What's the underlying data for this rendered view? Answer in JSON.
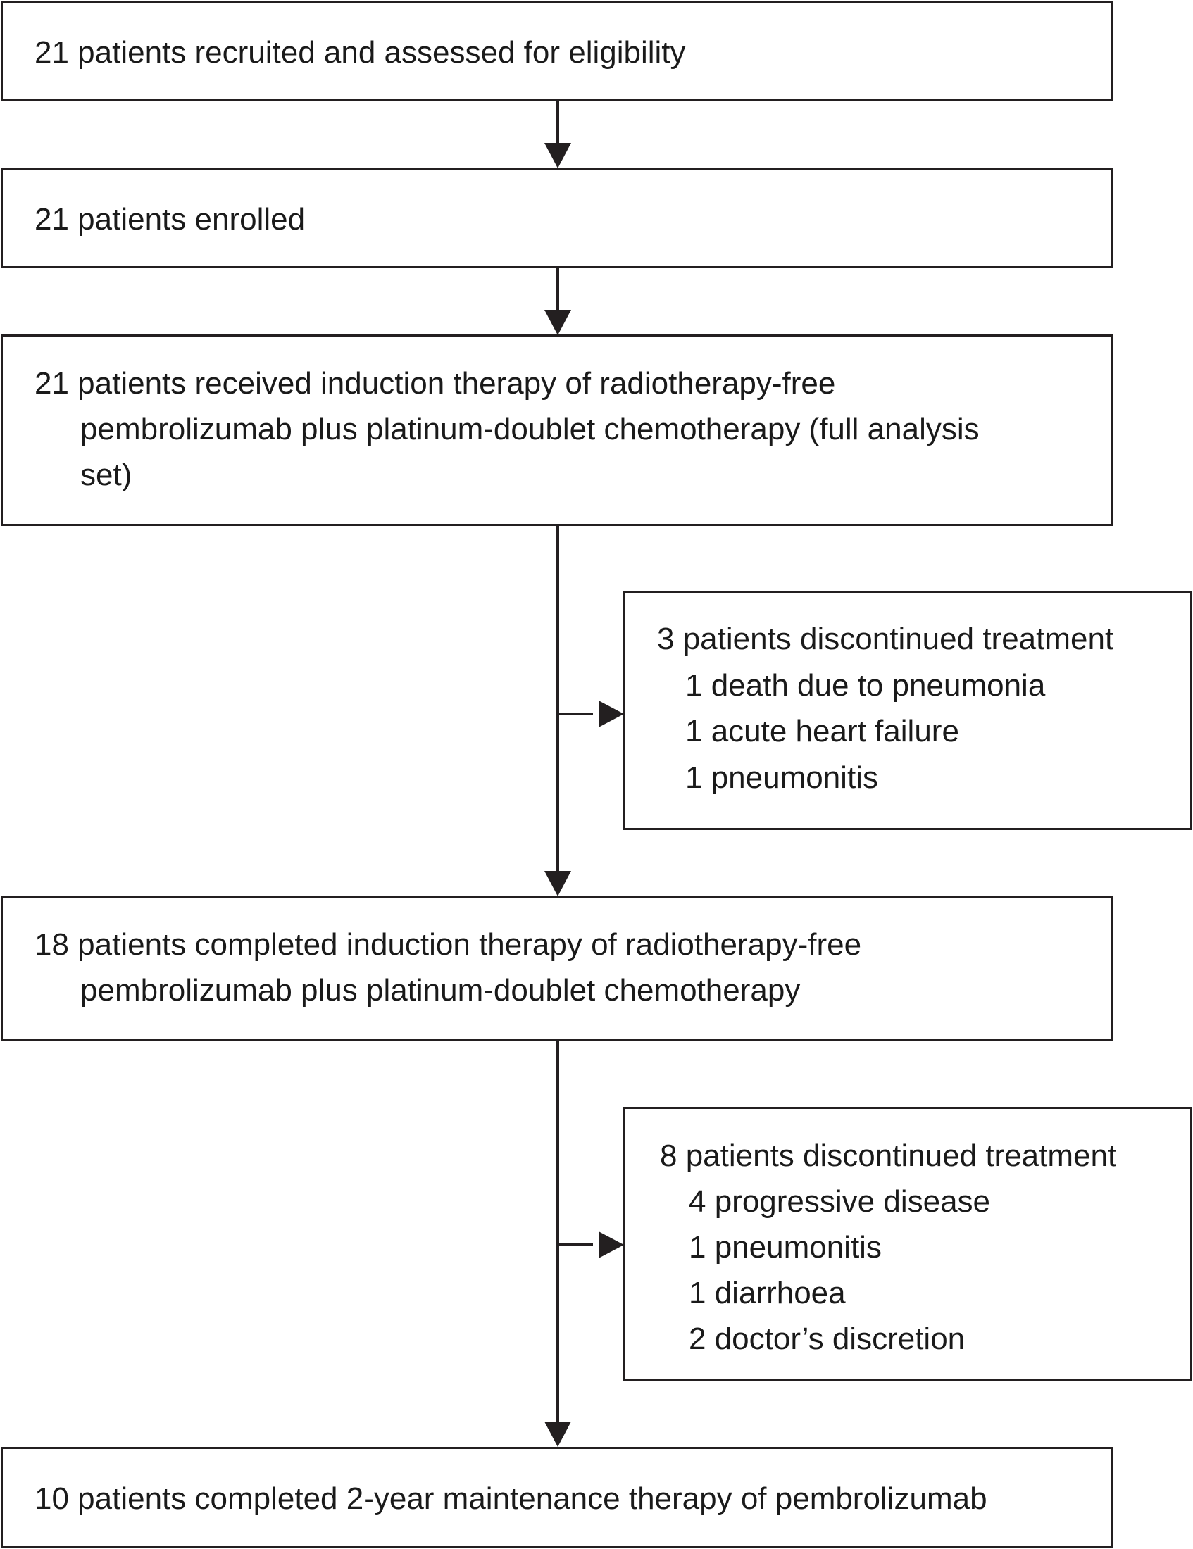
{
  "flowchart": {
    "recruited": "21 patients recruited and assessed for eligibility",
    "enrolled": "21 patients enrolled",
    "induction_received": {
      "lines": [
        "21 patients received induction therapy of radiotherapy-free",
        "pembrolizumab plus platinum-doublet chemotherapy (full analysis",
        "set)"
      ]
    },
    "discontinued_induction": {
      "header": "3 patients discontinued treatment",
      "reasons": [
        "1 death due to pneumonia",
        "1 acute heart failure",
        "1 pneumonitis"
      ]
    },
    "induction_completed": {
      "lines": [
        "18 patients completed induction therapy of radiotherapy-free",
        "pembrolizumab plus platinum-doublet chemotherapy"
      ]
    },
    "discontinued_maintenance": {
      "header": "8 patients discontinued treatment",
      "reasons": [
        "4 progressive disease",
        "1 pneumonitis",
        "1 diarrhoea",
        "2 doctor’s discretion"
      ]
    },
    "maintenance_completed": "10 patients completed 2-year maintenance therapy of pembrolizumab"
  }
}
